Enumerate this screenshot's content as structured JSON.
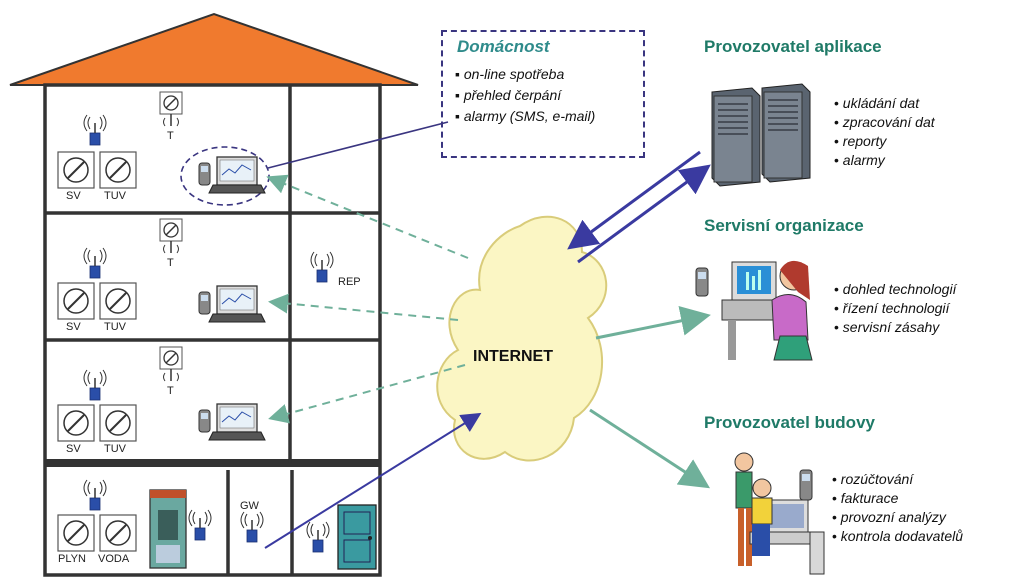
{
  "household": {
    "title": "Domácnost",
    "items": [
      "on-line spotřeba",
      "přehled čerpání",
      "alarmy (SMS, e-mail)"
    ]
  },
  "internet_label": "INTERNET",
  "meter_labels": {
    "sv": "SV",
    "tuv": "TUV",
    "t": "T",
    "rep": "REP",
    "plyn": "PLYN",
    "voda": "VODA",
    "gw": "GW"
  },
  "app_operator": {
    "title": "Provozovatel aplikace",
    "items": [
      "ukládání dat",
      "zpracování dat",
      "reporty",
      "alarmy"
    ]
  },
  "service_org": {
    "title": "Servisní organizace",
    "items": [
      "dohled technologií",
      "řízení technologií",
      "servisní zásahy"
    ]
  },
  "building_operator": {
    "title": "Provozovatel budovy",
    "items": [
      "rozúčtování",
      "fakturace",
      "provozní analýzy",
      "kontrola dodavatelů"
    ]
  },
  "colors": {
    "roof": "#f07a2e",
    "heading": "#1f7a67",
    "dashed_box": "#3a3580",
    "arrow_blue": "#3a3aa0",
    "arrow_green": "#6fb09a",
    "cloud": "#fbf6c4"
  }
}
